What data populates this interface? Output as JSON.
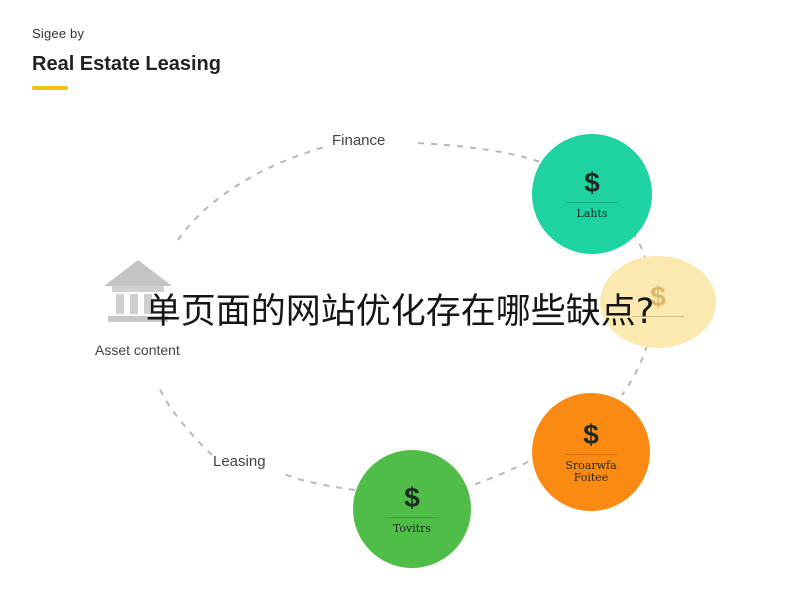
{
  "header": {
    "subtitle": "Sigee by",
    "title": "Real Estate Leasing",
    "accent_color": "#f5c218"
  },
  "labels": {
    "finance": "Finance",
    "leasing": "Leasing",
    "asset": "Asset content"
  },
  "nodes": [
    {
      "id": "teal",
      "symbol": "$",
      "caption": "Lahts",
      "color": "#1ed2a2",
      "icon": "dollar-icon"
    },
    {
      "id": "yellow",
      "symbol": "$",
      "caption": "",
      "color": "#fce9b0",
      "icon": "dollar-icon"
    },
    {
      "id": "orange",
      "symbol": "$",
      "caption": "Sroarwfa\nFoitee",
      "color": "#fb8a13",
      "icon": "dollar-icon"
    },
    {
      "id": "green",
      "symbol": "$",
      "caption": "Tovitrs",
      "color": "#4fbd47",
      "icon": "dollar-icon"
    }
  ],
  "asset_icon": "house-icon",
  "overlay": {
    "text": "单页面的网站优化存在哪些缺点?"
  },
  "colors": {
    "dashed_ring": "#b8b8b8",
    "text": "#444444"
  }
}
